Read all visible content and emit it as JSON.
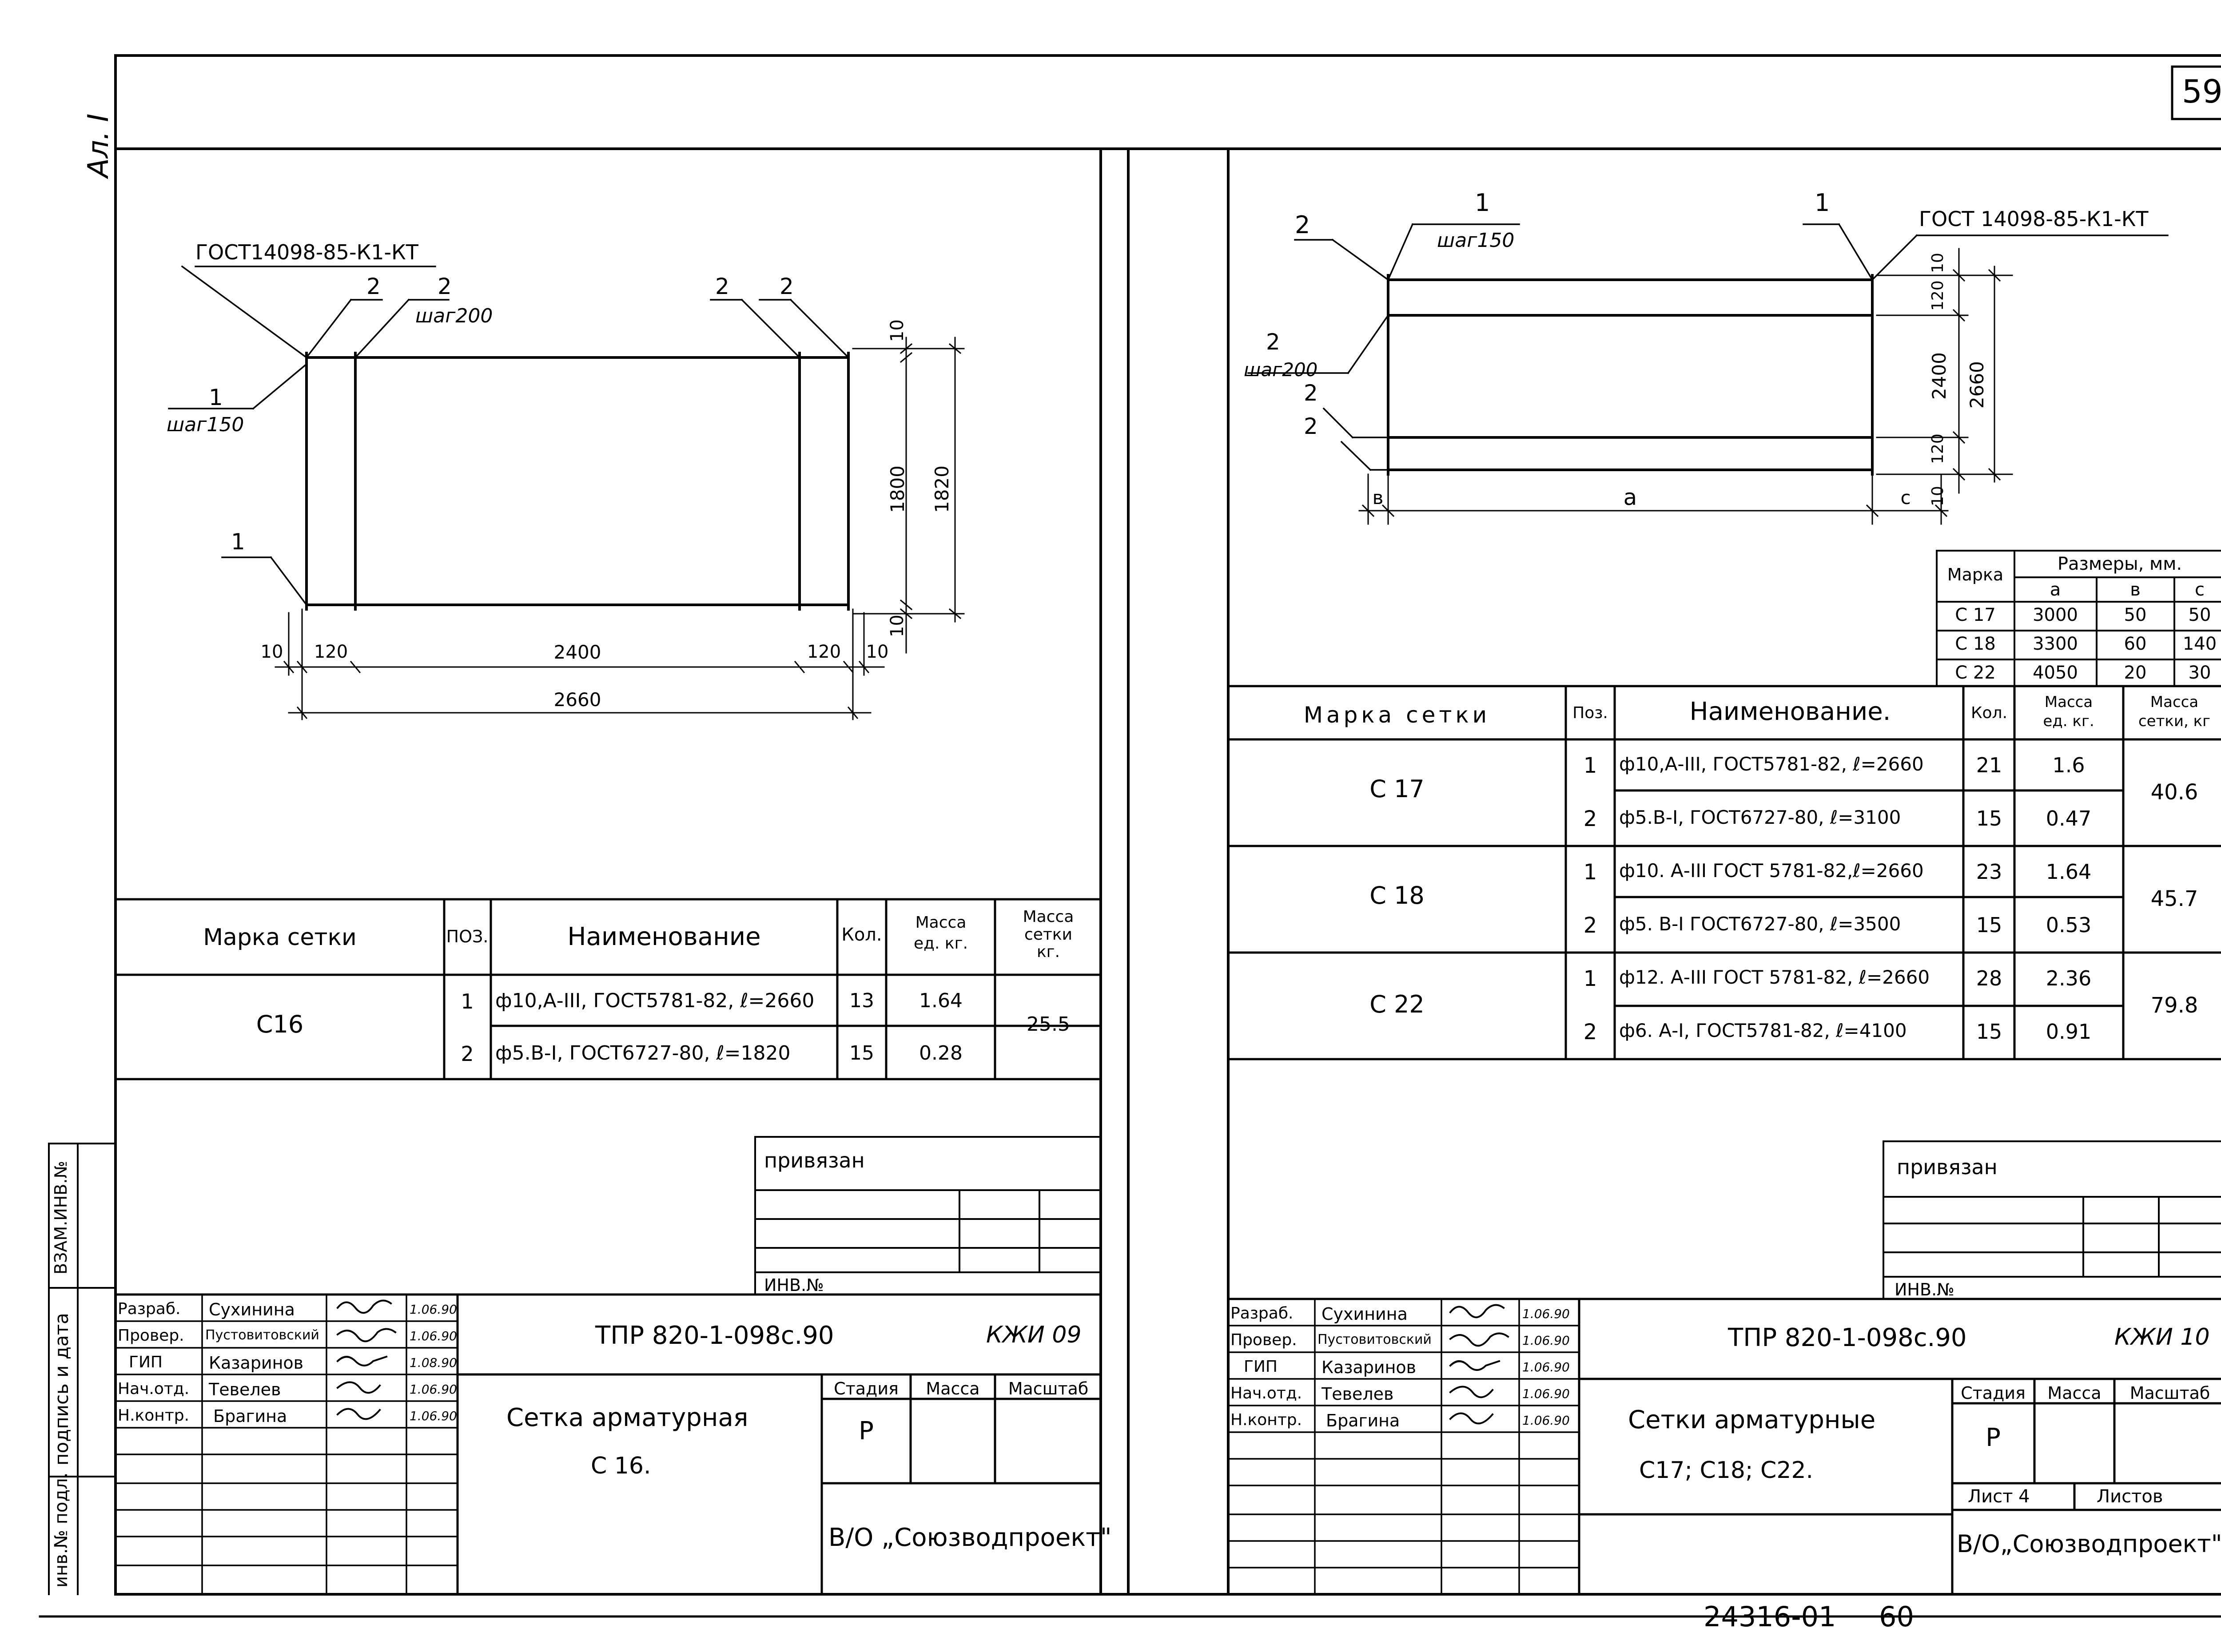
{
  "page": {
    "page_number": "59",
    "corner_mark": "Ал. I",
    "bottom_number": "24316-01",
    "bottom_page": "60"
  },
  "side_stamp": {
    "vzam": "ВЗАМ.ИНВ.№",
    "podpis": "подпись и дата",
    "inv": "инв.№ подл."
  },
  "left": {
    "drawing": {
      "gost_note": "ГОСТ14098-85-К1-КТ",
      "pos_labels": [
        "2",
        "2",
        "2",
        "2",
        "1",
        "1"
      ],
      "step200": "шаг200",
      "step150": "шаг150",
      "dims_horizontal": [
        "10",
        "120",
        "2400",
        "120",
        "10",
        "2660"
      ],
      "dims_vertical": [
        "10",
        "1800",
        "1820",
        "10"
      ]
    },
    "spec": {
      "headers": {
        "mark": "Марка сетки",
        "pos": "ПОЗ.",
        "name": "Наименование",
        "qty": "Кол.",
        "unit_mass": "Масса ед. кг.",
        "net_mass": "Масса сетки кг."
      },
      "rows": [
        {
          "mark": "С16",
          "net_mass": "25.5",
          "items": [
            {
              "pos": "1",
              "name": "ф10,А-III, ГОСТ5781-82, ℓ=2660",
              "qty": "13",
              "unit_mass": "1.64"
            },
            {
              "pos": "2",
              "name": "ф5.В-I, ГОСТ6727-80, ℓ=1820",
              "qty": "15",
              "unit_mass": "0.28"
            }
          ]
        }
      ]
    },
    "binding": {
      "label": "привязан",
      "inv": "ИНВ.№"
    },
    "title_block": {
      "roles": [
        "Разраб.",
        "Провер.",
        "ГИП",
        "Нач.отд.",
        "Н.контр."
      ],
      "names": [
        "Сухинина",
        "Пустовитовский",
        "Казаринов",
        "Тевелев",
        "Брагина"
      ],
      "dates": [
        "1.06.90",
        "1.06.90",
        "1.08.90",
        "1.06.90",
        "1.06.90"
      ],
      "code": "ТПР 820-1-098с.90",
      "sheet_code": "КЖИ 09",
      "title_line1": "Сетка арматурная",
      "title_line2": "С 16.",
      "stage_label": "Стадия",
      "mass_label": "Масса",
      "scale_label": "Масштаб",
      "stage": "Р",
      "org": "В/О „Союзводпроект\""
    }
  },
  "right": {
    "drawing": {
      "gost_note": "ГОСТ 14098-85-К1-КТ",
      "pos_labels": [
        "1",
        "1",
        "2",
        "2",
        "2",
        "2"
      ],
      "step150": "шаг150",
      "step200": "шаг200",
      "dims_vertical": [
        "10",
        "120",
        "2400",
        "2660",
        "120",
        "10"
      ],
      "dims_horizontal": [
        "в",
        "а",
        "с"
      ]
    },
    "sizes_table": {
      "header_mark": "Марка",
      "header_sizes": "Размеры, мм.",
      "cols": [
        "а",
        "в",
        "с"
      ],
      "rows": [
        {
          "mark": "С 17",
          "a": "3000",
          "b": "50",
          "c": "50"
        },
        {
          "mark": "С 18",
          "a": "3300",
          "b": "60",
          "c": "140"
        },
        {
          "mark": "С 22",
          "a": "4050",
          "b": "20",
          "c": "30"
        }
      ]
    },
    "spec": {
      "headers": {
        "mark": "Марка сетки",
        "pos": "Поз.",
        "name": "Наименование.",
        "qty": "Кол.",
        "unit_mass": "Масса ед. кг.",
        "net_mass": "Масса сетки, кг"
      },
      "rows": [
        {
          "mark": "С 17",
          "net_mass": "40.6",
          "items": [
            {
              "pos": "1",
              "name": "ф10,А-III, ГОСТ5781-82, ℓ=2660",
              "qty": "21",
              "unit_mass": "1.6"
            },
            {
              "pos": "2",
              "name": "ф5.В-I, ГОСТ6727-80, ℓ=3100",
              "qty": "15",
              "unit_mass": "0.47"
            }
          ]
        },
        {
          "mark": "С 18",
          "net_mass": "45.7",
          "items": [
            {
              "pos": "1",
              "name": "ф10. А-III ГОСТ 5781-82,ℓ=2660",
              "qty": "23",
              "unit_mass": "1.64"
            },
            {
              "pos": "2",
              "name": "ф5. В-I ГОСТ6727-80, ℓ=3500",
              "qty": "15",
              "unit_mass": "0.53"
            }
          ]
        },
        {
          "mark": "С 22",
          "net_mass": "79.8",
          "items": [
            {
              "pos": "1",
              "name": "ф12. А-III ГОСТ 5781-82, ℓ=2660",
              "qty": "28",
              "unit_mass": "2.36"
            },
            {
              "pos": "2",
              "name": "ф6. А-I, ГОСТ5781-82, ℓ=4100",
              "qty": "15",
              "unit_mass": "0.91"
            }
          ]
        }
      ]
    },
    "binding": {
      "label": "привязан",
      "inv": "ИНВ.№"
    },
    "title_block": {
      "roles": [
        "Разраб.",
        "Провер.",
        "ГИП",
        "Нач.отд.",
        "Н.контр."
      ],
      "names": [
        "Сухинина",
        "Пустовитовский",
        "Казаринов",
        "Тевелев",
        "Брагина"
      ],
      "dates": [
        "1.06.90",
        "1.06.90",
        "1.06.90",
        "1.06.90",
        "1.06.90"
      ],
      "code": "ТПР 820-1-098с.90",
      "sheet_code": "КЖИ 10",
      "title_line1": "Сетки арматурные",
      "title_line2": "С17; С18; С22.",
      "stage_label": "Стадия",
      "mass_label": "Масса",
      "scale_label": "Масштаб",
      "stage": "Р",
      "sheet_label": "Лист 4",
      "sheets_label": "Листов",
      "org": "В/О„Союзводпроект\""
    }
  }
}
